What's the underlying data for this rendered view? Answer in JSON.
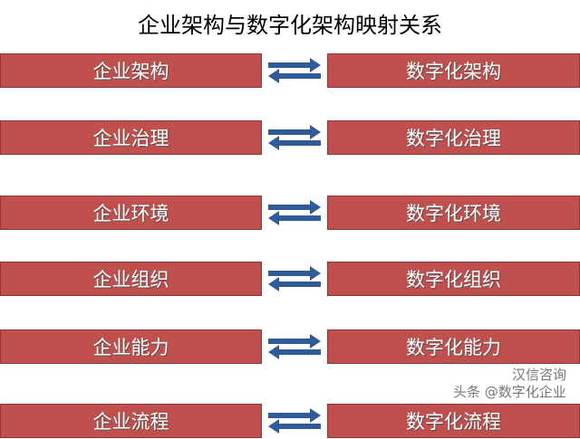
{
  "title": "企业架构与数字化架构映射关系",
  "colors": {
    "box": "#c0504d",
    "arrow": "#2f5b96"
  },
  "rows": [
    {
      "left": "企业架构",
      "right": "数字化架构"
    },
    {
      "left": "企业治理",
      "right": "数字化治理"
    },
    {
      "left": "企业环境",
      "right": "数字化环境"
    },
    {
      "left": "企业组织",
      "right": "数字化组织"
    },
    {
      "left": "企业能力",
      "right": "数字化能力"
    },
    {
      "left": "企业流程",
      "right": "数字化流程"
    }
  ],
  "watermark": {
    "a": "汉信咨询",
    "b": "头条 @数字化企业"
  }
}
